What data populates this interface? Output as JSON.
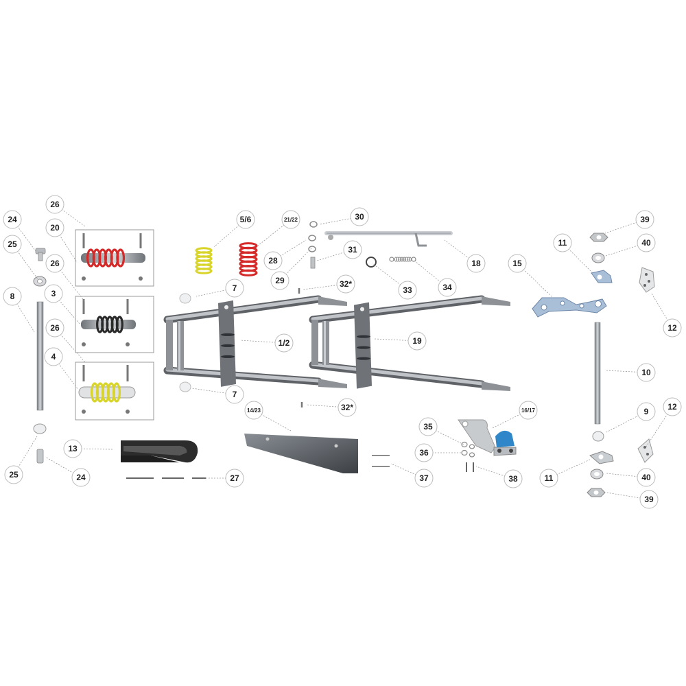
{
  "diagram": {
    "colors": {
      "frame": "#8e9296",
      "frame_dark": "#5f6368",
      "spring_red": "#d42a2a",
      "spring_yellow": "#d8d42a",
      "spring_black": "#2a2a2a",
      "bracket_blue": "#a9bfd8",
      "pad_blue": "#2f86c8",
      "chain_guide": "#2c2c2c",
      "skid_plate": "#555a60"
    },
    "parts": [
      {
        "label": "26"
      },
      {
        "label": "24"
      },
      {
        "label": "20"
      },
      {
        "label": "25"
      },
      {
        "label": "26"
      },
      {
        "label": "3"
      },
      {
        "label": "8"
      },
      {
        "label": "26"
      },
      {
        "label": "4"
      },
      {
        "label": "5/6"
      },
      {
        "label": "21/22"
      },
      {
        "label": "28"
      },
      {
        "label": "30"
      },
      {
        "label": "29"
      },
      {
        "label": "31"
      },
      {
        "label": "7"
      },
      {
        "label": "32*"
      },
      {
        "label": "33"
      },
      {
        "label": "34"
      },
      {
        "label": "18"
      },
      {
        "label": "1/2"
      },
      {
        "label": "19"
      },
      {
        "label": "7"
      },
      {
        "label": "32*"
      },
      {
        "label": "14/23"
      },
      {
        "label": "13"
      },
      {
        "label": "25"
      },
      {
        "label": "24"
      },
      {
        "label": "27"
      },
      {
        "label": "35"
      },
      {
        "label": "36"
      },
      {
        "label": "37"
      },
      {
        "label": "38"
      },
      {
        "label": "16/17"
      },
      {
        "label": "39"
      },
      {
        "label": "40"
      },
      {
        "label": "11"
      },
      {
        "label": "15"
      },
      {
        "label": "12"
      },
      {
        "label": "10"
      },
      {
        "label": "9"
      },
      {
        "label": "12"
      },
      {
        "label": "11"
      },
      {
        "label": "40"
      },
      {
        "label": "39"
      }
    ]
  }
}
